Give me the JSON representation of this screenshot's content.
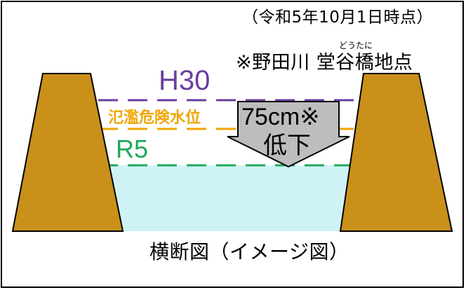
{
  "date_note": "（令和5年10月1日時点）",
  "furigana": "どうたに",
  "location": "※野田川 堂谷橋地点",
  "levels": {
    "h30": "H30",
    "hanran": "氾濫危険水位",
    "r5": "R5"
  },
  "drop_line1": "75cm※",
  "drop_line2": "低下",
  "caption": "横断図（イメージ図）",
  "colors": {
    "h30": "#6A3FA0",
    "hanran": "#F0A500",
    "r5": "#1FA85A",
    "water": "#CFF3F5",
    "bank": "#C9901A",
    "arrow": "#BDBDBD"
  }
}
